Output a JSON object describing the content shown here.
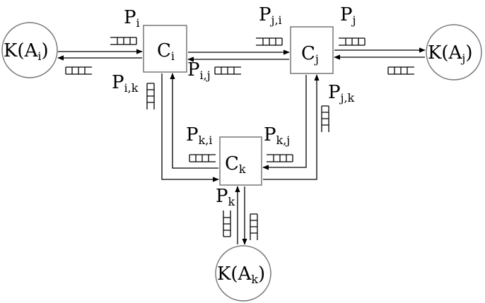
{
  "nodes": {
    "ka_i": {
      "main": "K(A",
      "sub": "i",
      "close": ")"
    },
    "ka_j": {
      "main": "K(A",
      "sub": "j",
      "close": ")"
    },
    "ka_k": {
      "main": "K(A",
      "sub": "k",
      "close": ")"
    },
    "c_i": {
      "main": "C",
      "sub": "i"
    },
    "c_j": {
      "main": "C",
      "sub": "j"
    },
    "c_k": {
      "main": "C",
      "sub": "k"
    }
  },
  "queues": {
    "p_i": {
      "main": "P",
      "sub": "i"
    },
    "p_j": {
      "main": "P",
      "sub": "j"
    },
    "p_k": {
      "main": "P",
      "sub": "k"
    },
    "p_ij": {
      "main": "P",
      "sub": "i,j"
    },
    "p_ji": {
      "main": "P",
      "sub": "j,i"
    },
    "p_ik": {
      "main": "P",
      "sub": "i,k"
    },
    "p_jk": {
      "main": "P",
      "sub": "j,k"
    },
    "p_ki": {
      "main": "P",
      "sub": "k,i"
    },
    "p_kj": {
      "main": "P",
      "sub": "k,j"
    }
  },
  "colors": {
    "stroke": "#000000",
    "node_border": "#777777",
    "background": "#ffffff"
  }
}
